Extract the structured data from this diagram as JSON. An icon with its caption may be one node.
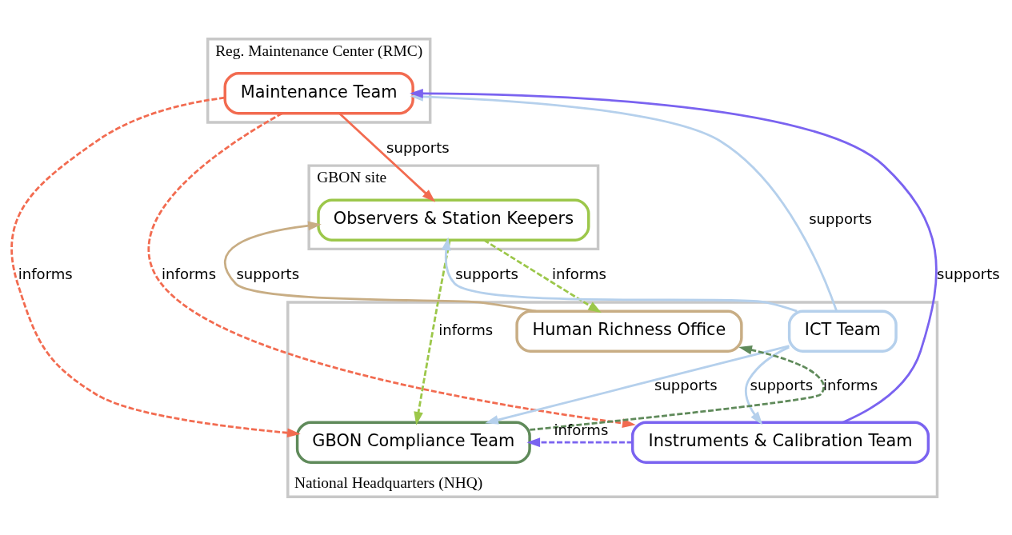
{
  "diagram": {
    "nodes": [
      {
        "text": [
          "GBON site"
        ]
      },
      {
        "text": [
          "Observers & Station Keepers"
        ],
        "in": 0
      },
      {
        "text": [
          "Reg. Maintenance Center (RMC)"
        ]
      },
      {
        "text": [
          "Maintenance Team"
        ],
        "in": 2
      },
      {
        "text": [
          "National Headquarters (NHQ)"
        ]
      },
      {
        "text": [
          "Human Richness Office"
        ],
        "in": 4
      },
      {
        "text": [
          "ICT Team"
        ],
        "in": 4
      },
      {
        "text": [
          "GBON Compliance Team"
        ],
        "in": 4
      },
      {
        "text": [
          "Instruments & Calibration Team"
        ],
        "in": 4
      }
    ],
    "edges": [
      {
        "from": 5,
        "to": 1,
        "arrow": "to",
        "label": "supports",
        "color": "#c8ad84"
      },
      {
        "from": 3,
        "to": 1,
        "arrow": "to",
        "label": "supports",
        "color": "#f26b50"
      },
      {
        "from": 6,
        "to": 1,
        "arrow": "to",
        "label": "supports",
        "color": "#b5d0ec"
      },
      {
        "from": 8,
        "to": 3,
        "arrow": "to",
        "label": "supports",
        "color": "#7a63f0"
      },
      {
        "from": 6,
        "to": 3,
        "arrow": "to",
        "label": "supports",
        "color": "#b5d0ec"
      },
      {
        "from": 1,
        "to": 5,
        "arrow": "to",
        "label": "informs",
        "style": "dashed",
        "color": "#9cc74a"
      },
      {
        "from": 1,
        "to": 7,
        "arrow": "to",
        "label": "informs",
        "style": "dashed",
        "color": "#9cc74a"
      },
      {
        "from": 3,
        "to": 7,
        "arrow": "to",
        "label": "informs",
        "style": "dashed",
        "color": "#f26b50"
      },
      {
        "from": 3,
        "to": 8,
        "arrow": "to",
        "label": "informs",
        "style": "dashed",
        "color": "#f26b50"
      },
      {
        "from": 6,
        "to": 7,
        "arrow": "to",
        "label": "supports",
        "color": "#b5d0ec"
      },
      {
        "from": 6,
        "to": 8,
        "arrow": "to",
        "label": "supports",
        "color": "#b5d0ec"
      },
      {
        "from": 7,
        "to": 5,
        "arrow": "to",
        "label": "informs",
        "style": "dashed",
        "color": "#5f8a5a"
      },
      {
        "from": 8,
        "to": 7,
        "arrow": "to",
        "label": "informs",
        "style": "dashed",
        "color": "#7a63f0"
      }
    ]
  }
}
